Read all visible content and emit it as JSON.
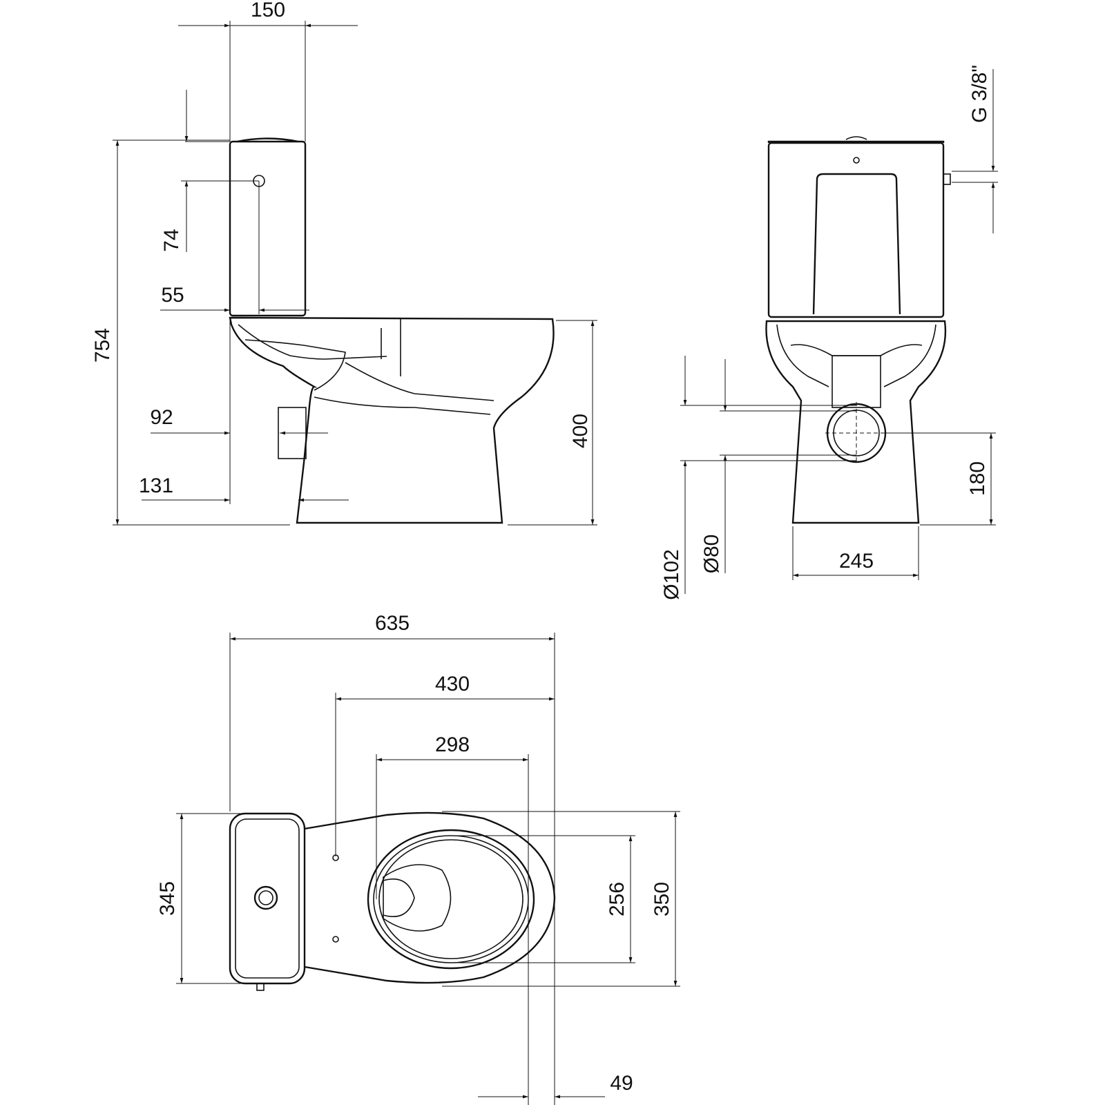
{
  "side_view": {
    "dims": {
      "tank_depth": "150",
      "inlet_height": "74",
      "tank_offset": "55",
      "total_height": "754",
      "outlet_offset": "92",
      "base_offset": "131",
      "seat_height": "400"
    }
  },
  "front_view": {
    "dims": {
      "inlet_thread": "G 3/8\"",
      "outlet_outer_diameter": "Ø102",
      "outlet_inner_diameter": "Ø80",
      "outlet_height": "180",
      "base_width": "245"
    }
  },
  "top_view": {
    "dims": {
      "total_length": "635",
      "fixing_to_front": "430",
      "bowl_opening_length": "298",
      "tank_width": "345",
      "bowl_opening_width": "256",
      "total_width": "350",
      "front_offset": "49"
    }
  },
  "colors": {
    "line": "#111111",
    "background": "#ffffff"
  }
}
